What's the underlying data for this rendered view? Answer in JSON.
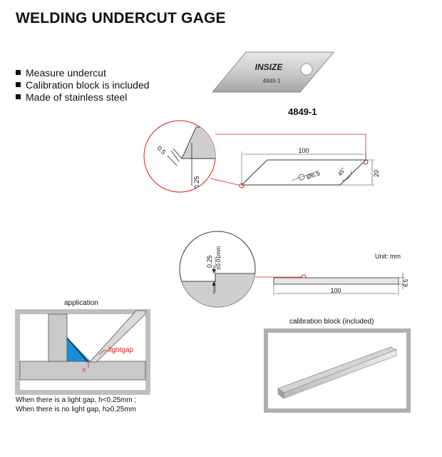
{
  "title": "WELDING UNDERCUT GAGE",
  "features": [
    "Measure undercut",
    "Calibration block is included",
    "Made of stainless steel"
  ],
  "product": {
    "brand": "INSIZE",
    "engraved_code": "4849-1",
    "model_label": "4849-1"
  },
  "gage_drawing": {
    "detail_dim_a": "0.5",
    "detail_dim_b": "0.25",
    "length": "100",
    "height": "20",
    "angle": "45°",
    "hole": "Ø6.5"
  },
  "block_drawing": {
    "unit_label": "Unit: mm",
    "detail_dim_a": "0.25",
    "detail_dim_b": "±0.01mm",
    "length": "100",
    "thickness": "6.5"
  },
  "application": {
    "label": "application",
    "light_gap": "lightgap",
    "h_label": "h",
    "note_1": "When there is a light gap, h<0.25mm ;",
    "note_2": "When there is no light gap, h≥0.25mm"
  },
  "calibration": {
    "label": "calibration block (included)"
  },
  "colors": {
    "leader_red": "#d42020",
    "weld_blue": "#1a8fd8",
    "steel_light": "#d4d4d4",
    "steel_dark": "#9a9a9a"
  }
}
